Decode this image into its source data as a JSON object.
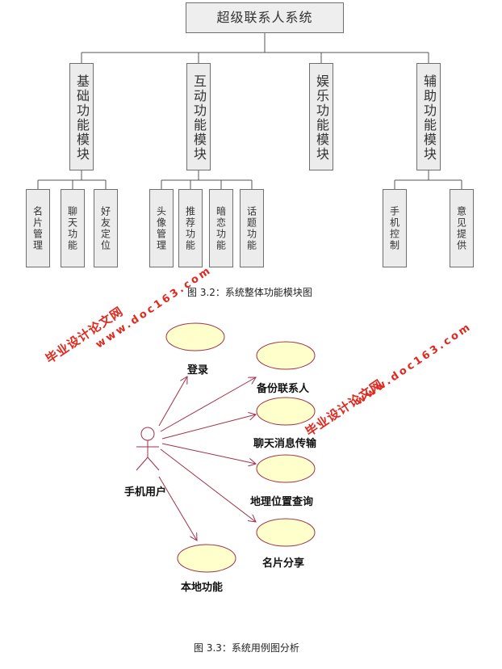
{
  "module_chart": {
    "root": "超级联系人系统",
    "modules": [
      {
        "label": "基础功能模块",
        "children": [
          "名片管理",
          "聊天功能",
          "好友定位"
        ]
      },
      {
        "label": "互动功能模块",
        "children": [
          "头像管理",
          "推荐功能",
          "暗恋功能",
          "话题功能"
        ]
      },
      {
        "label": "娱乐功能模块",
        "children": []
      },
      {
        "label": "辅助功能模块",
        "children": [
          "手机控制",
          "意见提供"
        ]
      }
    ],
    "caption": "图 3.2：系统整体功能模块图"
  },
  "use_case": {
    "actor": "手机用户",
    "use_cases": [
      "登录",
      "备份联系人",
      "聊天消息传输",
      "地理位置查询",
      "名片分享",
      "本地功能"
    ],
    "caption": "图 3.3：系统用例图分析"
  },
  "watermarks": {
    "site_name": "毕业设计论文网",
    "url": "www.doc163.com"
  },
  "colors": {
    "box_fill": "#ececec",
    "box_border": "#6f6f6f",
    "ellipse_fill": "#ffffcc",
    "ellipse_stroke": "#a0304a",
    "arrow": "#a0304a",
    "watermark": "#e0281e"
  }
}
